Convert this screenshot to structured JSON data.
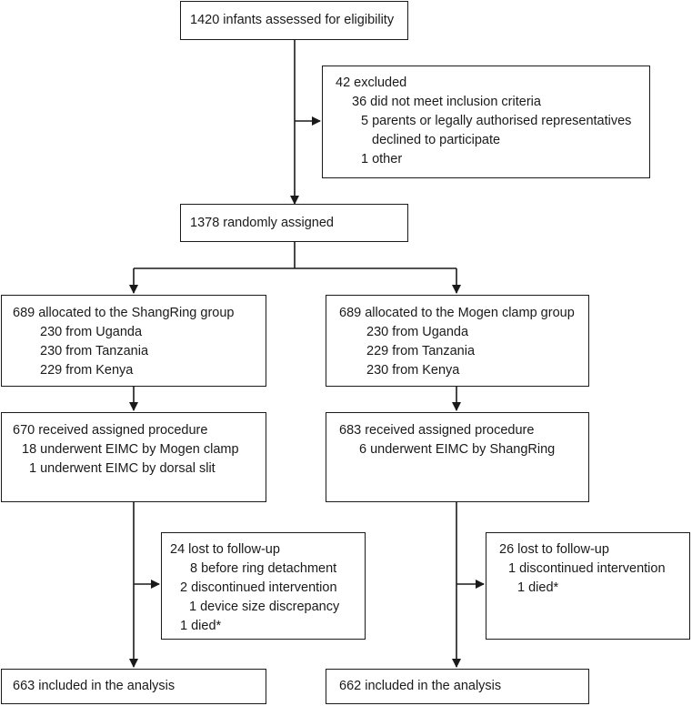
{
  "assessed": "1420 infants assessed for eligibility",
  "excluded": {
    "title": "42 excluded",
    "reasons": [
      "36 did not meet inclusion criteria",
      "5 parents or legally authorised representatives",
      "declined to participate",
      "1 other"
    ]
  },
  "randomised": "1378 randomly assigned",
  "arms": [
    {
      "allocated": "689 allocated to the ShangRing group",
      "countries": [
        "230 from Uganda",
        "230 from Tanzania",
        "229 from Kenya"
      ],
      "received": "670 received assigned procedure",
      "received_details": [
        "18 underwent EIMC by Mogen clamp",
        "1 underwent EIMC by dorsal slit"
      ],
      "lost": "24 lost to follow-up",
      "lost_details": [
        "8 before ring detachment",
        "2 discontinued intervention",
        "1 device size discrepancy",
        "1 died*"
      ],
      "analysed": "663 included in the analysis"
    },
    {
      "allocated": "689 allocated to the Mogen clamp group",
      "countries": [
        "230 from Uganda",
        "229 from Tanzania",
        "230 from Kenya"
      ],
      "received": "683 received assigned procedure",
      "received_details": [
        "6 underwent EIMC by ShangRing"
      ],
      "lost": "26 lost to follow-up",
      "lost_details": [
        "1 discontinued intervention",
        "1 died*"
      ],
      "analysed": "662 included in the analysis"
    }
  ]
}
